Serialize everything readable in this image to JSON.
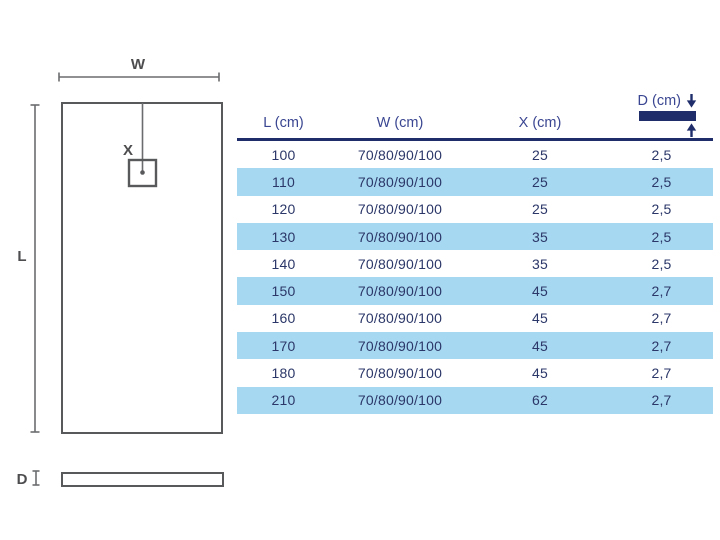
{
  "diagram": {
    "labels": {
      "width": "W",
      "length": "L",
      "drain_offset": "X",
      "depth": "D"
    }
  },
  "table": {
    "columns": [
      {
        "label": "L (cm)"
      },
      {
        "label": "W (cm)"
      },
      {
        "label": "X (cm)"
      },
      {
        "label": "D (cm)"
      }
    ],
    "rows": [
      {
        "l": "100",
        "w": "70/80/90/100",
        "x": "25",
        "d": "2,5"
      },
      {
        "l": "110",
        "w": "70/80/90/100",
        "x": "25",
        "d": "2,5"
      },
      {
        "l": "120",
        "w": "70/80/90/100",
        "x": "25",
        "d": "2,5"
      },
      {
        "l": "130",
        "w": "70/80/90/100",
        "x": "35",
        "d": "2,5"
      },
      {
        "l": "140",
        "w": "70/80/90/100",
        "x": "35",
        "d": "2,5"
      },
      {
        "l": "150",
        "w": "70/80/90/100",
        "x": "45",
        "d": "2,7"
      },
      {
        "l": "160",
        "w": "70/80/90/100",
        "x": "45",
        "d": "2,7"
      },
      {
        "l": "170",
        "w": "70/80/90/100",
        "x": "45",
        "d": "2,7"
      },
      {
        "l": "180",
        "w": "70/80/90/100",
        "x": "45",
        "d": "2,7"
      },
      {
        "l": "210",
        "w": "70/80/90/100",
        "x": "62",
        "d": "2,7"
      }
    ]
  },
  "icons": {
    "depth_header_top": "arrow-down-icon",
    "depth_header_bottom": "arrow-up-icon"
  },
  "colors": {
    "accent_navy": "#1f2d6b",
    "header_text": "#3a4691",
    "row_text": "#2b3768",
    "row_highlight": "#a7d8f1",
    "diagram_line": "#58595b",
    "diagram_label": "#4d4d4f"
  }
}
